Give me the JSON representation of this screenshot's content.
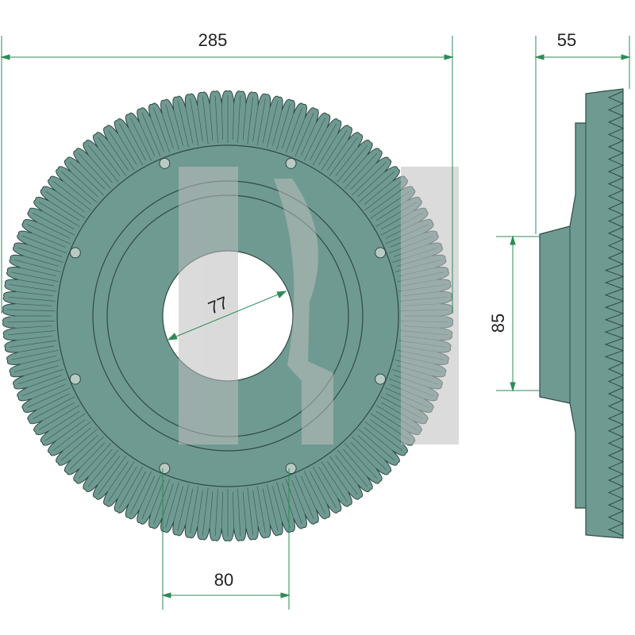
{
  "drawing": {
    "dimensions": {
      "outer_diameter": "285",
      "thickness": "55",
      "bore_diameter": "77",
      "hub_height": "85",
      "hole_spacing": "80"
    },
    "colors": {
      "disc_fill": "#6f9a92",
      "disc_stroke": "#2f4a45",
      "dimension_line": "#2e8b57",
      "watermark": "#c9c9c9",
      "text": "#222222"
    },
    "teeth_count": 110,
    "bolt_hole_count": 8
  }
}
